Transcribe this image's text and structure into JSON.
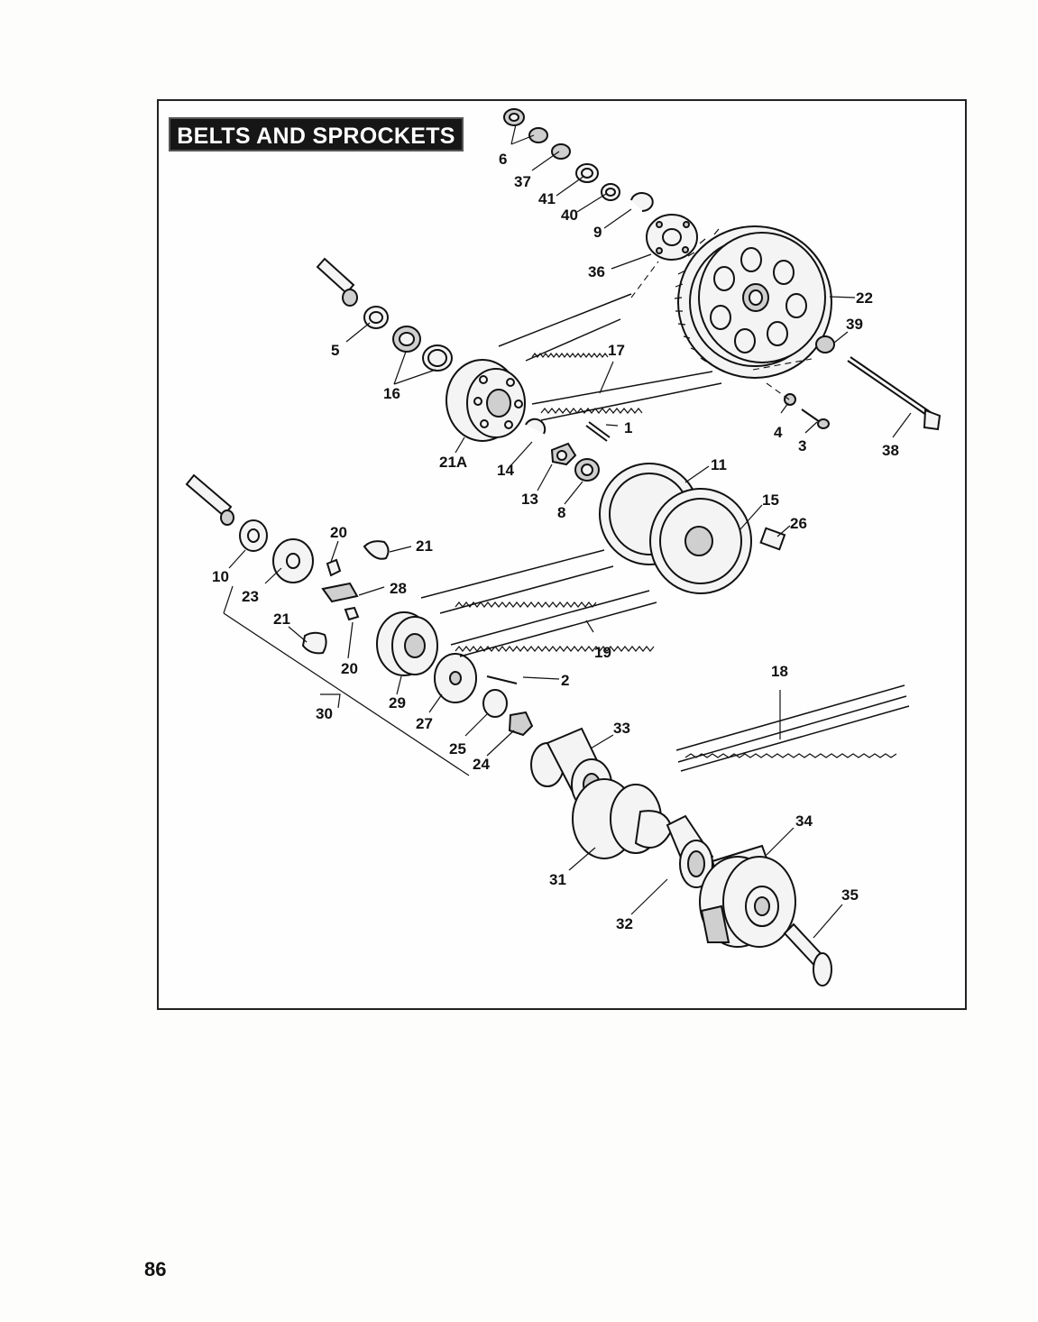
{
  "title": "BELTS AND SPROCKETS",
  "page_number": "86",
  "callouts": [
    "1",
    "2",
    "3",
    "4",
    "5",
    "6",
    "8",
    "9",
    "10",
    "11",
    "13",
    "14",
    "15",
    "16",
    "17",
    "18",
    "19",
    "20",
    "20",
    "21",
    "21",
    "21A",
    "22",
    "23",
    "24",
    "25",
    "26",
    "27",
    "28",
    "29",
    "30",
    "31",
    "32",
    "33",
    "34",
    "35",
    "36",
    "37",
    "38",
    "39",
    "40",
    "41"
  ]
}
